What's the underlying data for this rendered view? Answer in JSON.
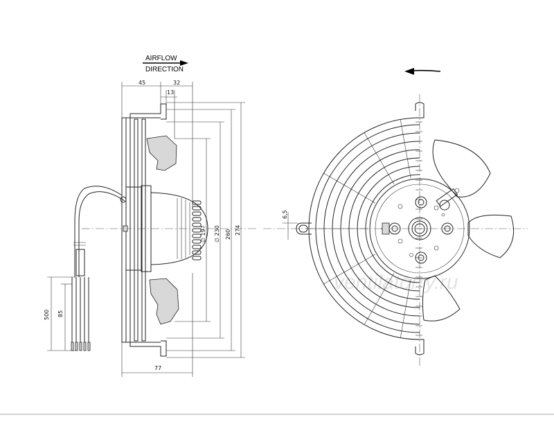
{
  "labels": {
    "airflow_line1": "AIRFLOW",
    "airflow_line2": "DIRECTION"
  },
  "dimensions": {
    "d45": "45",
    "d32": "32",
    "d13": "13",
    "d197": "∅ 197",
    "d230": "∅ 230",
    "d260": "260",
    "d274": "274",
    "d77": "77",
    "d500": "500",
    "d85": "85",
    "d6_5": "6,5"
  },
  "watermark": "ventilatorry.ru",
  "colors": {
    "line": "#222222",
    "fill_grey": "#d8d8d8",
    "watermark": "#e4e4e4"
  }
}
